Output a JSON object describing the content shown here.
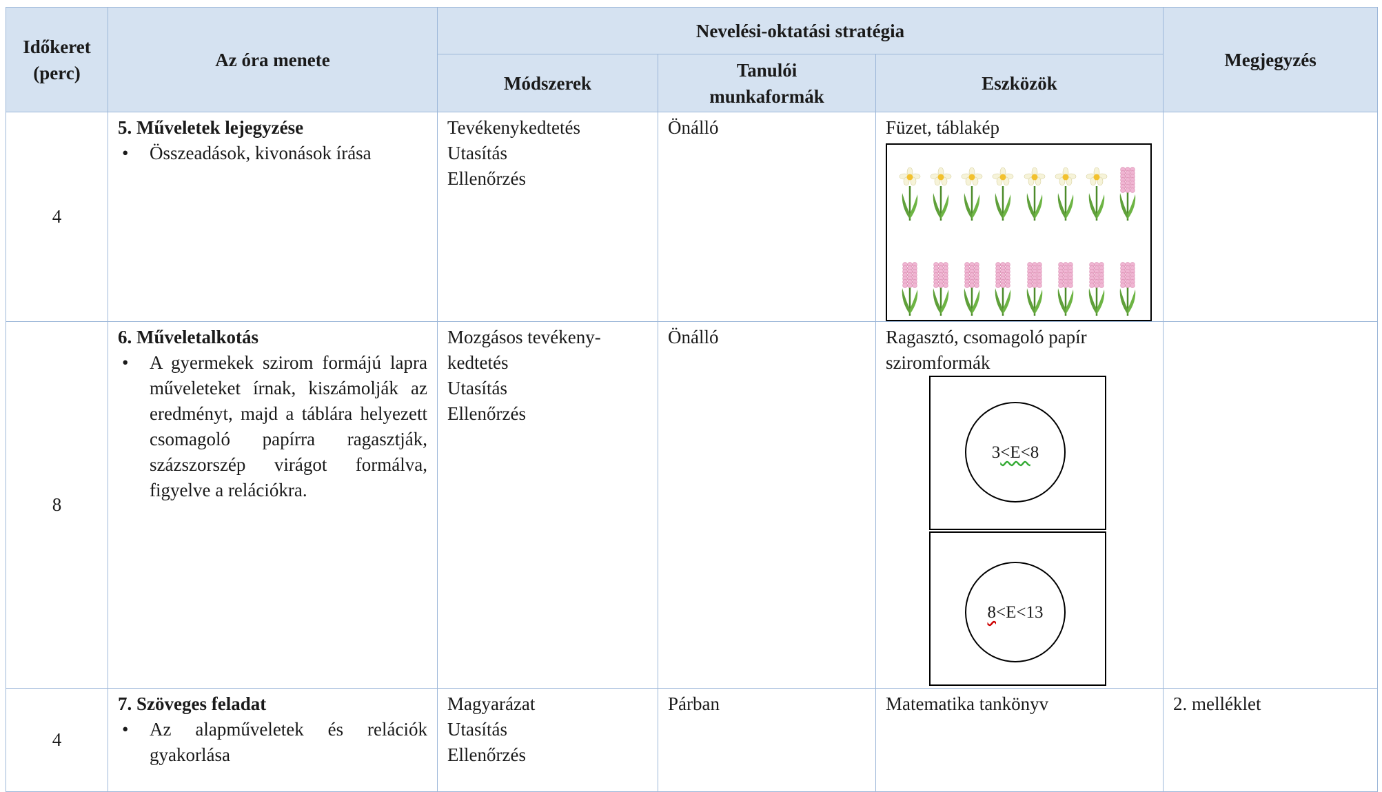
{
  "header": {
    "time": [
      "Időkeret",
      "(perc)"
    ],
    "course": "Az óra menete",
    "strategy": "Nevelési-oktatási stratégia",
    "methods": "Módszerek",
    "forms": [
      "Tanulói",
      "munkaformák"
    ],
    "tools": "Eszközök",
    "note": "Megjegyzés"
  },
  "rows": [
    {
      "time": "4",
      "title": "5. Műveletek lejegyzése",
      "bullets": [
        "Összeadások, kivonások írása"
      ],
      "methods": [
        "Tevékenykedtetés",
        "Utasítás",
        "Ellenőrzés"
      ],
      "form": "Önálló",
      "tools": [
        "Füzet, táblakép"
      ],
      "note": ""
    },
    {
      "time": "8",
      "title": "6. Műveletalkotás",
      "bullets": [
        "A gyermekek szirom formájú lapra műveleteket írnak, kiszámolják az eredményt, majd a táblára helyezett csomagoló papírra ragasztják, százszorszép virágot formálva, figyelve a relációkra."
      ],
      "methods": [
        "Mozgásos tevékeny-",
        "kedtetés",
        "Utasítás",
        "Ellenőrzés"
      ],
      "form": "Önálló",
      "tools": [
        "Ragasztó, csomagoló papír",
        "szirom­formák"
      ],
      "cards": [
        {
          "a": "3",
          "b": "<E<",
          "c": "8"
        },
        {
          "a": "8",
          "b": "<E<",
          "c": "13"
        }
      ],
      "note": ""
    },
    {
      "time": "4",
      "title": "7. Szöveges feladat",
      "bullets": [
        "Az alapműveletek és relációk gyakorlása"
      ],
      "methods": [
        "Magyarázat",
        "Utasítás",
        "Ellenőrzés"
      ],
      "form": "Párban",
      "tools": [
        "Matematika tankönyv"
      ],
      "note": "2. melléklet"
    }
  ],
  "flowers": {
    "row1": [
      "daffodil",
      "daffodil",
      "daffodil",
      "daffodil",
      "daffodil",
      "daffodil",
      "daffodil",
      "hyacinth"
    ],
    "row2": [
      "hyacinth",
      "hyacinth",
      "hyacinth",
      "hyacinth",
      "hyacinth",
      "hyacinth",
      "hyacinth",
      "hyacinth"
    ]
  },
  "colors": {
    "header_bg": "#d5e2f1",
    "border": "#9bb6d8"
  }
}
